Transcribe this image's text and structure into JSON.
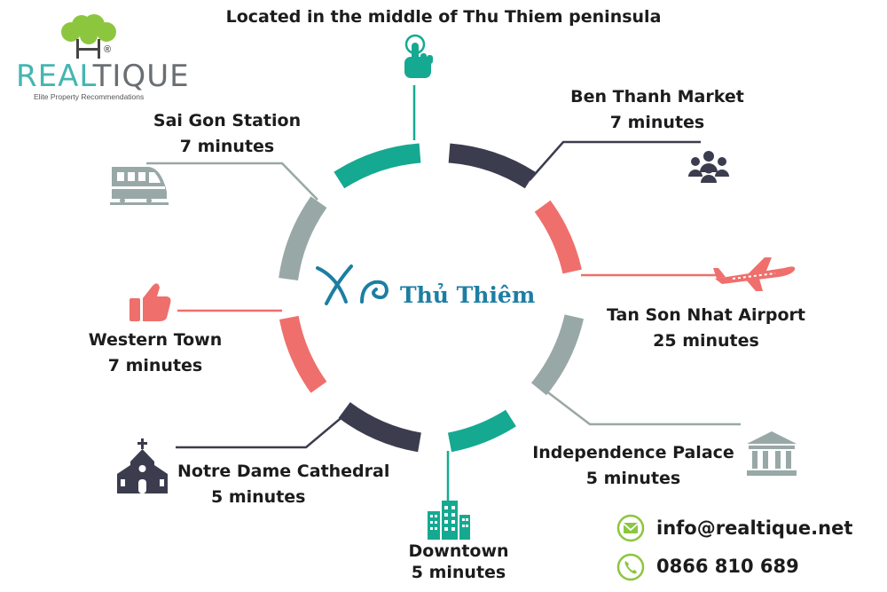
{
  "headline": "Located in the middle of Thu Thiem peninsula",
  "brand": {
    "name_part1": "REAL",
    "name_part2": "TIQUE",
    "registered": "®",
    "tagline": "Elite Property Recommendations"
  },
  "center": {
    "name": "Thủ Thiêm"
  },
  "destinations": {
    "saigon_station": {
      "name": "Sai Gon Station",
      "time": "7 minutes"
    },
    "ben_thanh": {
      "name": "Ben Thanh Market",
      "time": "7 minutes"
    },
    "airport": {
      "name": "Tan Son Nhat Airport",
      "time": "25 minutes"
    },
    "western_town": {
      "name": "Western Town",
      "time": "7 minutes"
    },
    "independence": {
      "name": "Independence Palace",
      "time": "5 minutes"
    },
    "notre_dame": {
      "name": "Notre Dame Cathedral",
      "time": "5 minutes"
    },
    "downtown": {
      "name": "Downtown",
      "time": "5 minutes"
    }
  },
  "contact": {
    "email": "info@realtique.net",
    "phone": "0866 810 689"
  },
  "colors": {
    "teal": "#16a991",
    "dark": "#3b3d4e",
    "coral": "#ef6f6c",
    "gray": "#98a8a6",
    "green": "#8cc63f",
    "brand_teal": "#45b6b0"
  },
  "icons": [
    "tap-hand-icon",
    "team-icon",
    "airplane-icon",
    "museum-icon",
    "buildings-icon",
    "church-icon",
    "thumbs-up-icon",
    "train-icon",
    "email-icon",
    "phone-icon"
  ]
}
